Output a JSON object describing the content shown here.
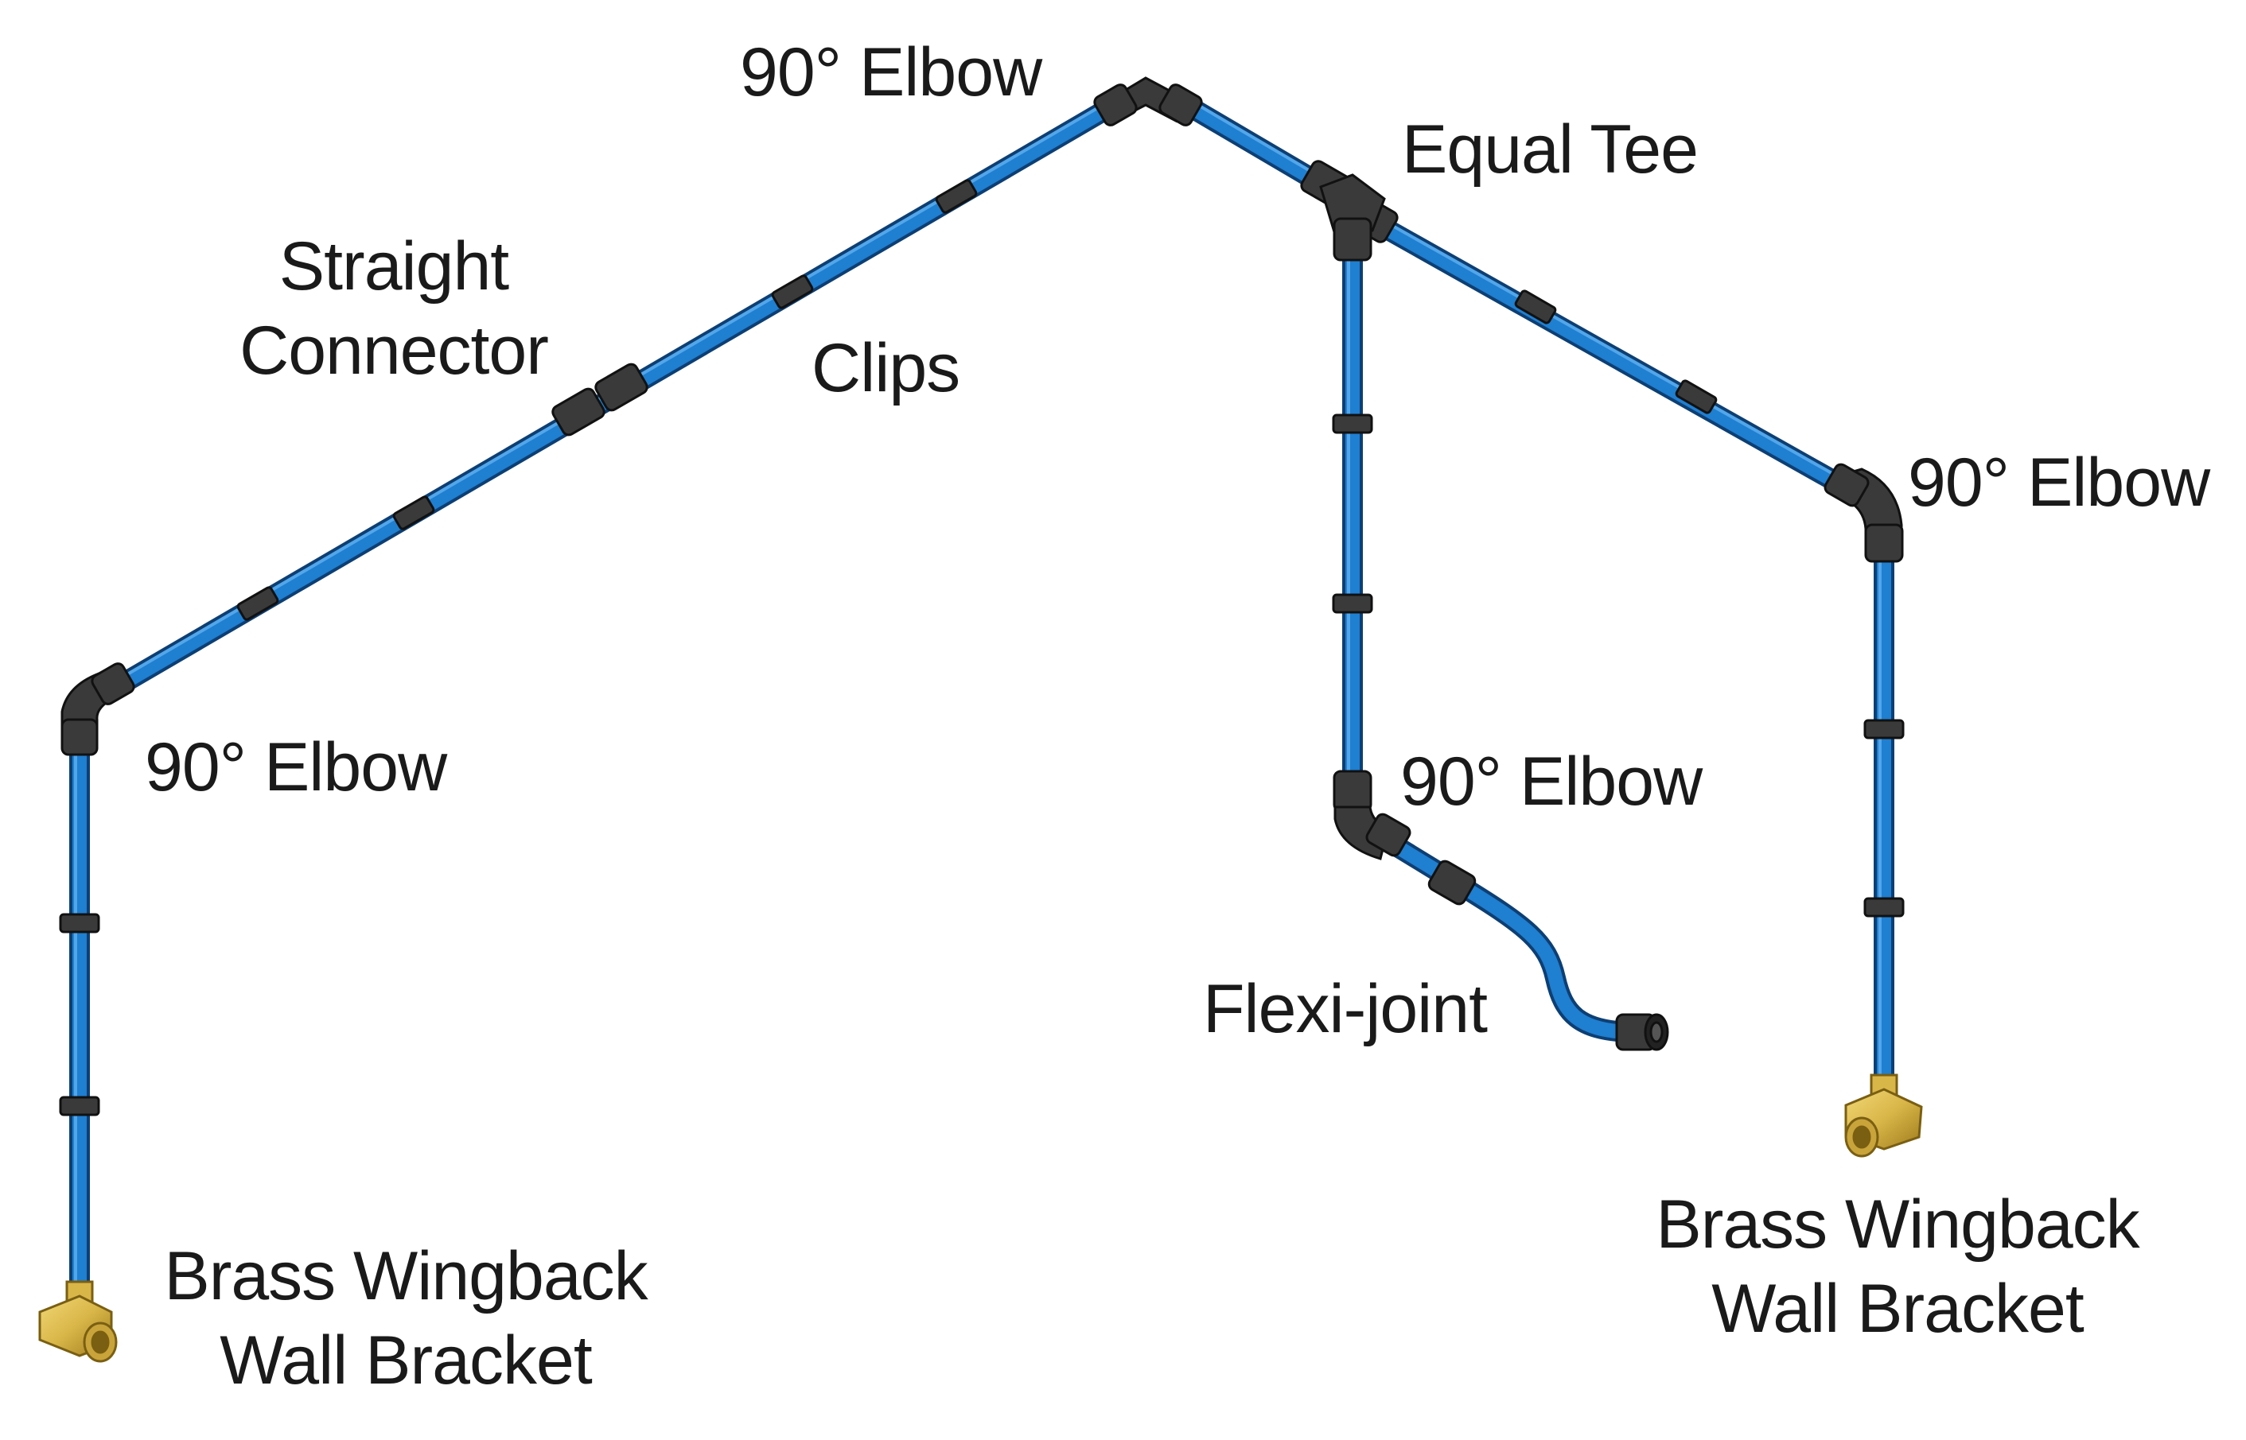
{
  "labels": {
    "elbow_top": "90° Elbow",
    "elbow_left": "90° Elbow",
    "elbow_right": "90° Elbow",
    "elbow_drop": "90° Elbow",
    "equal_tee": "Equal Tee",
    "straight_connector_line1": "Straight",
    "straight_connector_line2": "Connector",
    "clips": "Clips",
    "flexi_joint": "Flexi-joint",
    "bracket_left_line1": "Brass Wingback",
    "bracket_left_line2": "Wall Bracket",
    "bracket_right_line1": "Brass Wingback",
    "bracket_right_line2": "Wall Bracket"
  },
  "colors": {
    "pipe": "#1f7fd1",
    "pipe_edge": "#0d3f73",
    "fitting": "#3a3a3a",
    "fitting_edge": "#111111",
    "brass": "#d9b648",
    "brass_edge": "#7a5f12"
  }
}
